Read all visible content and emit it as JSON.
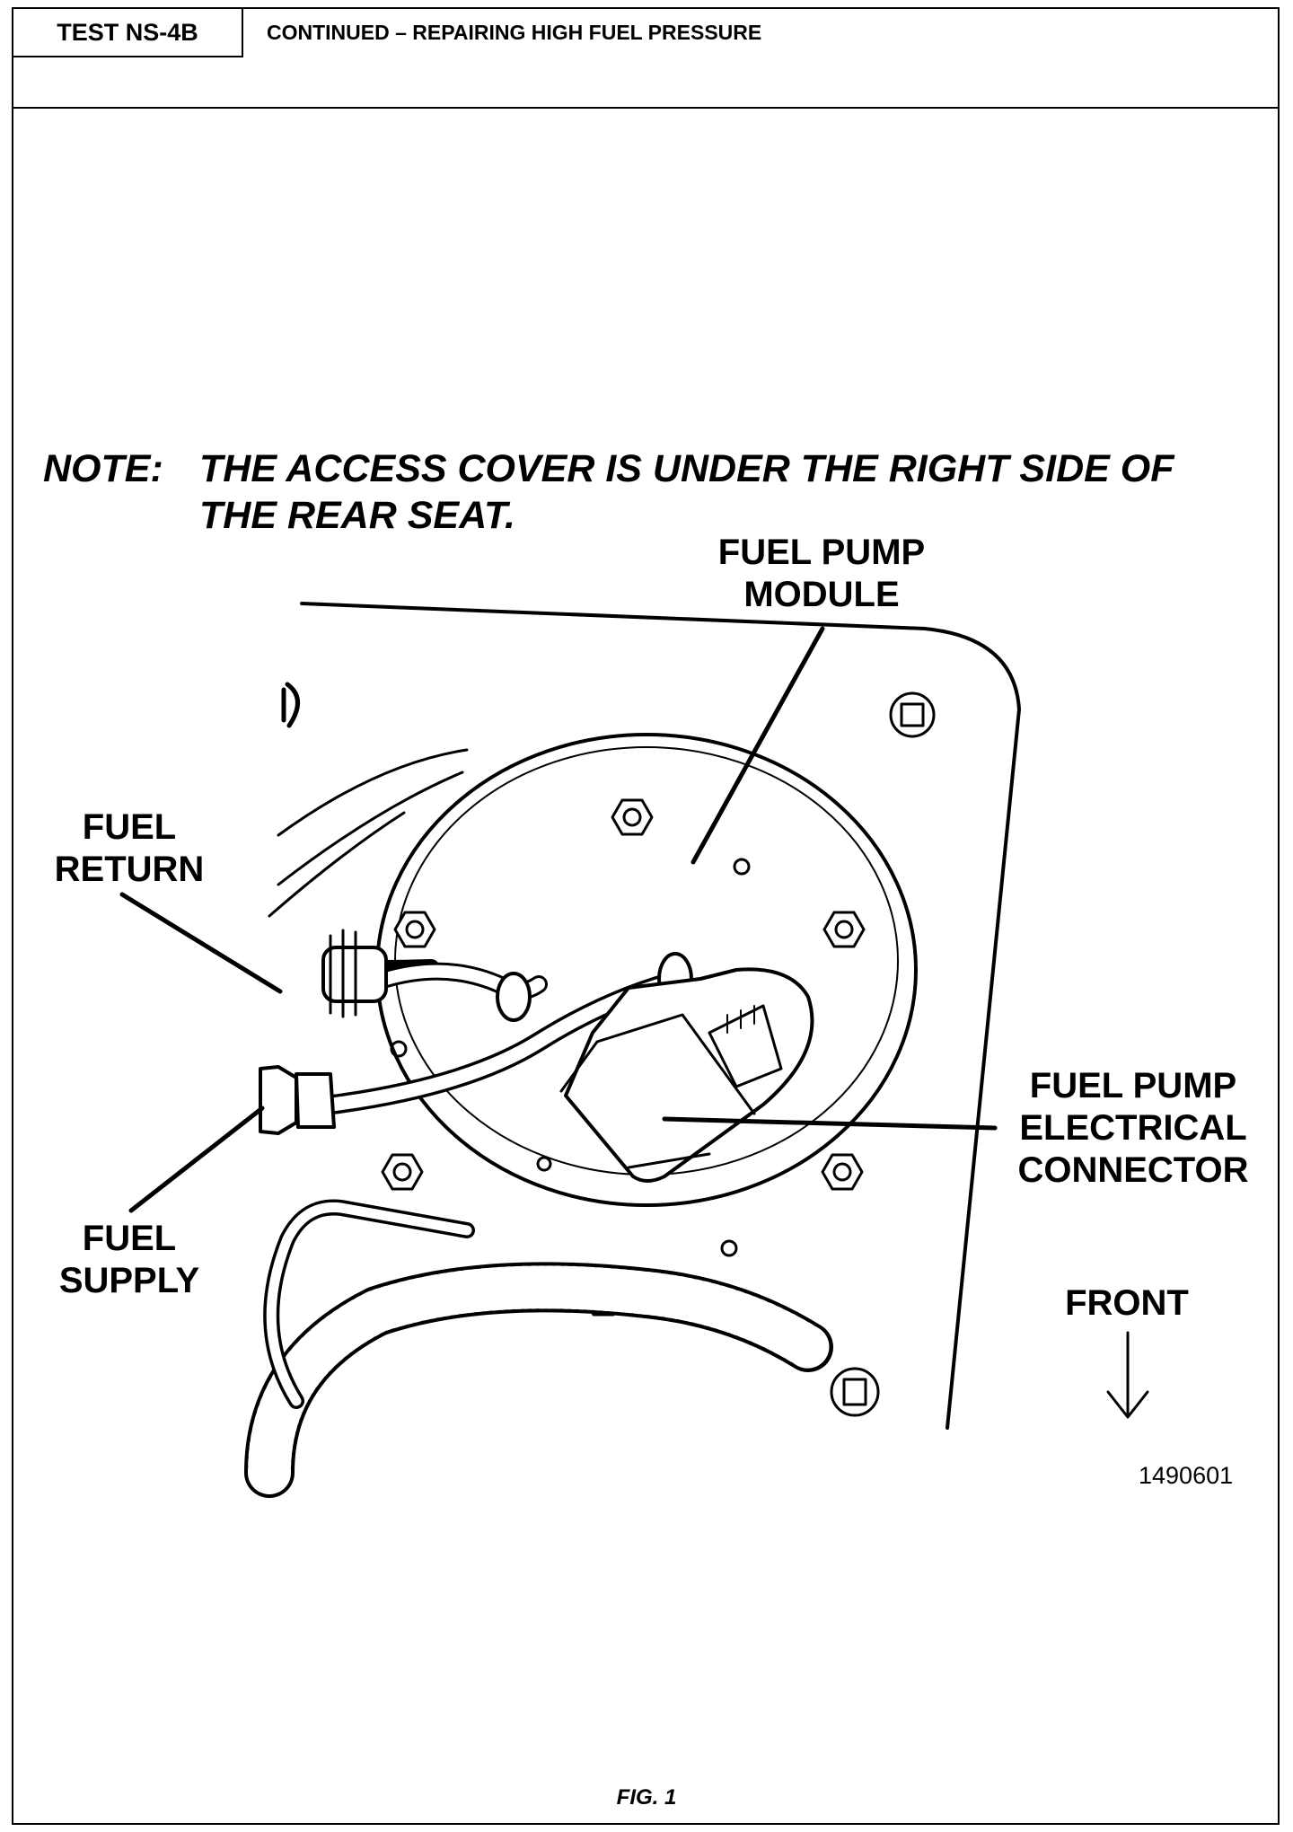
{
  "header": {
    "test_id": "TEST NS-4B",
    "title": "CONTINUED – REPAIRING HIGH FUEL PRESSURE"
  },
  "note": {
    "label": "NOTE:",
    "text": "THE ACCESS COVER IS UNDER THE RIGHT SIDE OF THE REAR SEAT."
  },
  "callouts": {
    "fuel_pump_module": [
      "FUEL PUMP",
      "MODULE"
    ],
    "fuel_return": [
      "FUEL",
      "RETURN"
    ],
    "fuel_supply": [
      "FUEL",
      "SUPPLY"
    ],
    "fuel_pump_connector": [
      "FUEL PUMP",
      "ELECTRICAL",
      "CONNECTOR"
    ],
    "front": "FRONT"
  },
  "figure_number": "1490601",
  "caption": "FIG. 1"
}
